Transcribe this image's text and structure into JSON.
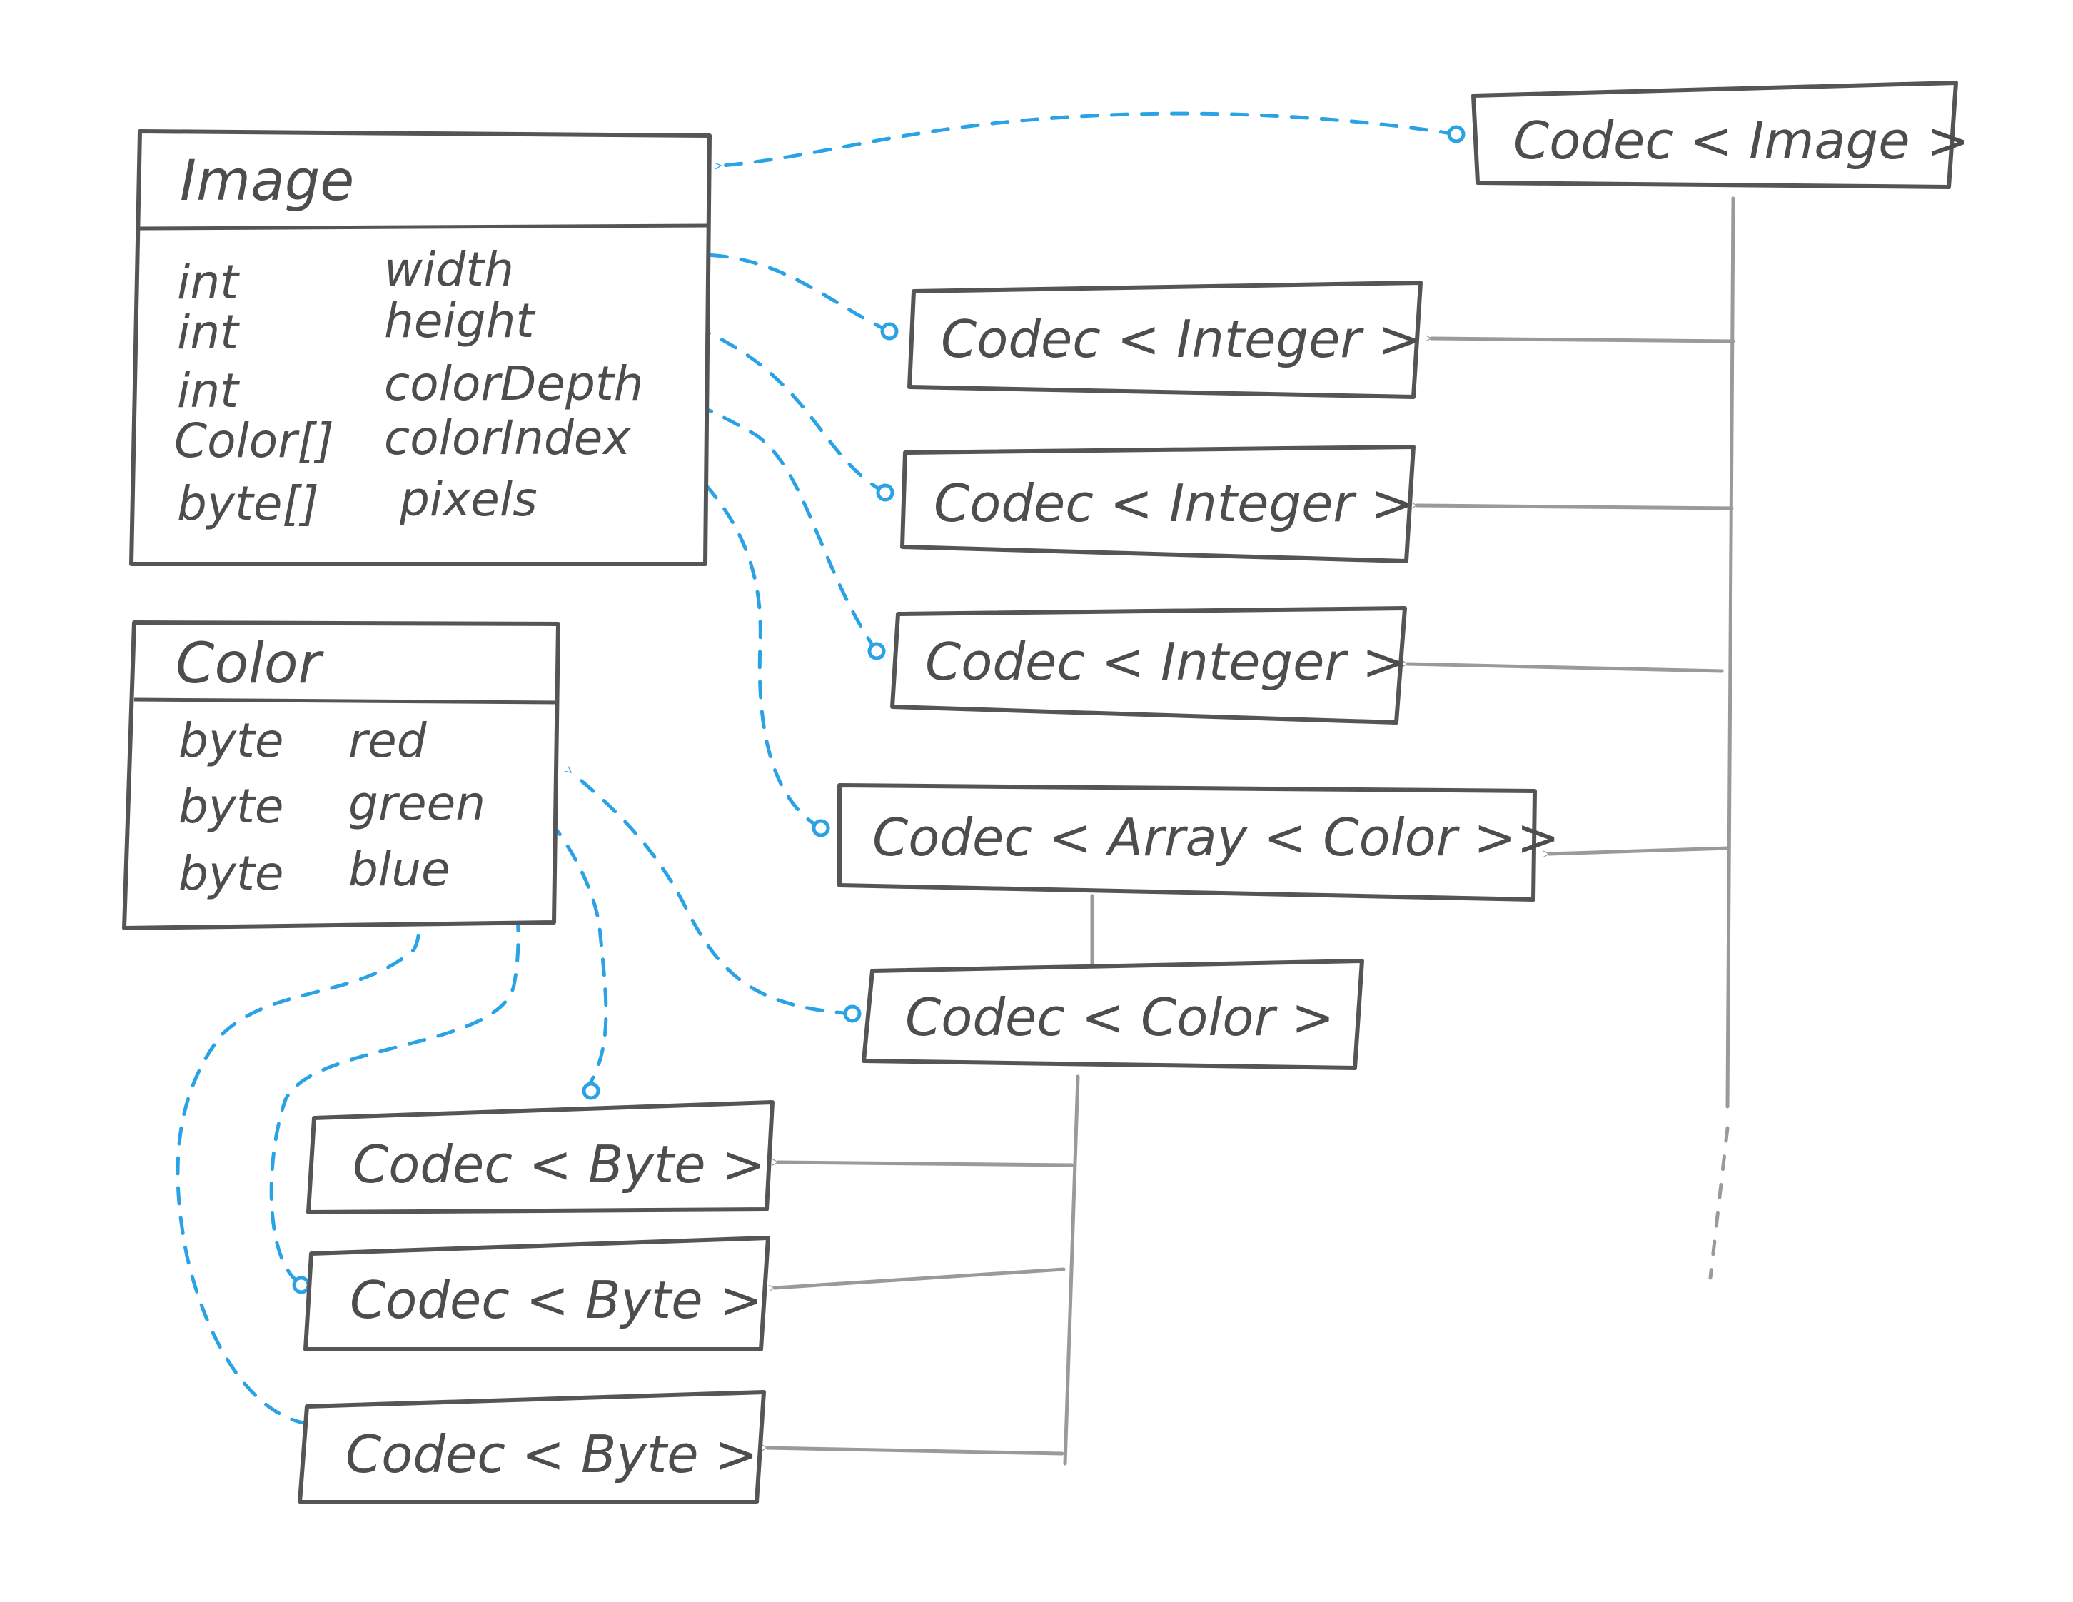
{
  "colors": {
    "box_stroke": "#555555",
    "text": "#4d4d4d",
    "composition_arrow": "#9a9a9a",
    "field_link": "#2aa3e6"
  },
  "image_class": {
    "title": "Image",
    "fields": [
      {
        "type": "int",
        "name": "width"
      },
      {
        "type": "int",
        "name": "height"
      },
      {
        "type": "int",
        "name": "colorDepth"
      },
      {
        "type": "Color[]",
        "name": "colorIndex"
      },
      {
        "type": "byte[]",
        "name": "pixels"
      }
    ]
  },
  "color_class": {
    "title": "Color",
    "fields": [
      {
        "type": "byte",
        "name": "red"
      },
      {
        "type": "byte",
        "name": "green"
      },
      {
        "type": "byte",
        "name": "blue"
      }
    ]
  },
  "codecs": {
    "image": "Codec < Image >",
    "int_width": "Codec < Integer >",
    "int_height": "Codec < Integer >",
    "int_depth": "Codec < Integer >",
    "array_color": "Codec < Array < Color >>",
    "color": "Codec < Color >",
    "byte_red": "Codec < Byte >",
    "byte_green": "Codec < Byte >",
    "byte_blue": "Codec < Byte >"
  }
}
